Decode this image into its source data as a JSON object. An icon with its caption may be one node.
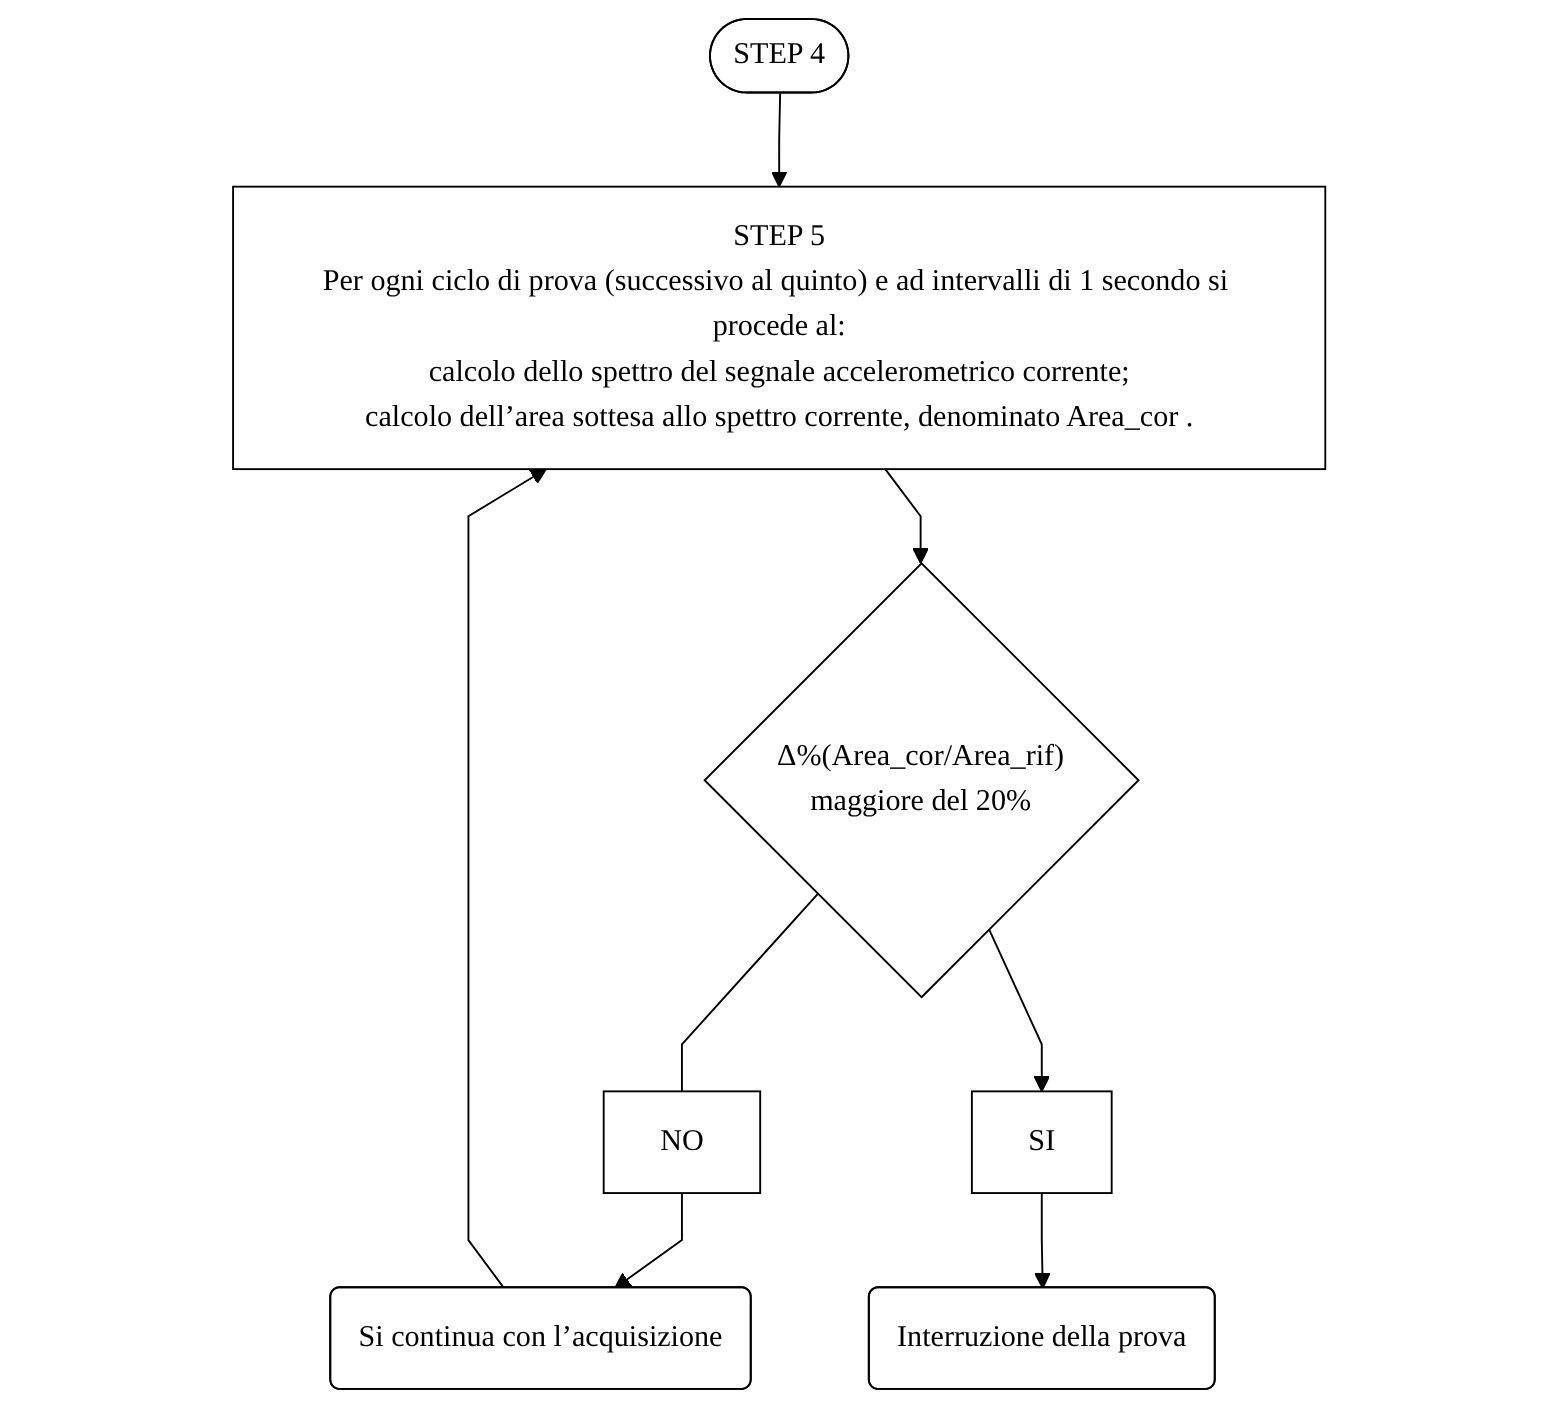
{
  "diagram": {
    "nodes": [
      {
        "text": [
          "STEP 4"
        ]
      },
      {
        "text": [
          "STEP 5",
          "Per ogni ciclo di prova (successivo al quinto) e ad intervalli di 1 secondo si procede al:",
          "calcolo dello spettro del segnale accelerometrico corrente;",
          "calcolo dell’area sottesa allo spettro corrente, denominato Area_cor ."
        ]
      },
      {
        "text": [
          "Δ%(Area_cor/Area_rif)",
          "maggiore del 20%"
        ]
      },
      {
        "text": [
          "NO"
        ]
      },
      {
        "text": [
          "Si continua con l’acquisizione"
        ]
      },
      {
        "text": [
          "SI"
        ]
      },
      {
        "text": [
          "Interruzione della prova"
        ]
      }
    ],
    "edges": [
      {
        "from": 0,
        "to": 1,
        "arrow": "to"
      },
      {
        "from": 1,
        "to": 2,
        "arrow": "to"
      },
      {
        "from": 2,
        "to": 3,
        "arrow": "none"
      },
      {
        "from": 3,
        "to": 4,
        "arrow": "to"
      },
      {
        "from": 4,
        "to": 1,
        "arrow": "to"
      },
      {
        "from": 2,
        "to": 5,
        "arrow": "to"
      },
      {
        "from": 5,
        "to": 6,
        "arrow": "to"
      }
    ]
  }
}
